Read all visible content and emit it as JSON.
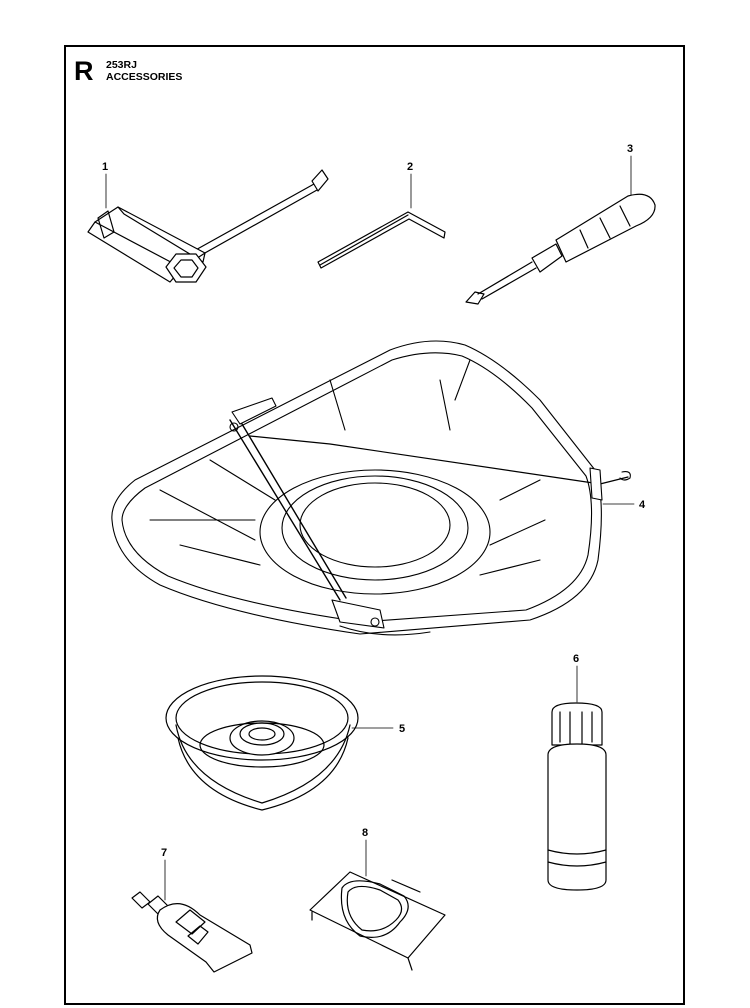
{
  "header": {
    "section_letter": "R",
    "model": "253RJ",
    "title": "ACCESSORIES"
  },
  "callouts": [
    {
      "number": "1",
      "part": "combination-spanner"
    },
    {
      "number": "2",
      "part": "hex-key"
    },
    {
      "number": "3",
      "part": "screwdriver"
    },
    {
      "number": "4",
      "part": "trimmer-guard"
    },
    {
      "number": "5",
      "part": "support-cup"
    },
    {
      "number": "6",
      "part": "oil-bottle"
    },
    {
      "number": "7",
      "part": "grease-tube"
    },
    {
      "number": "8",
      "part": "trimmer-line"
    }
  ]
}
